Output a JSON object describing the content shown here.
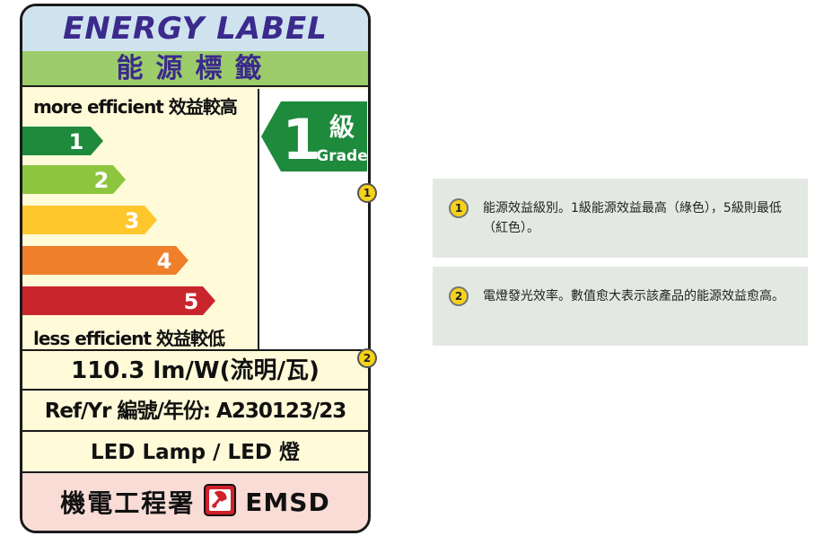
{
  "label": {
    "title_en": "ENERGY LABEL",
    "title_zh": "能源標籤",
    "more_efficient": "more efficient 效益較高",
    "less_efficient": "less efficient 效益較低",
    "bars": [
      {
        "num": "1",
        "color": "#1e8a3c"
      },
      {
        "num": "2",
        "color": "#8cc63f"
      },
      {
        "num": "3",
        "color": "#ffc72c"
      },
      {
        "num": "4",
        "color": "#f07f2a"
      },
      {
        "num": "5",
        "color": "#c9252d"
      }
    ],
    "grade": {
      "num": "1",
      "zh": "級",
      "en": "Grade",
      "color": "#1e8a3c"
    },
    "efficiency": "110.3 lm/W(流明/瓦)",
    "ref": "Ref/Yr 編號/年份: A230123/23",
    "product_type": "LED Lamp / LED 燈",
    "issuer_zh": "機電工程署",
    "issuer_en": "EMSD"
  },
  "markers": [
    {
      "num": "1"
    },
    {
      "num": "2"
    }
  ],
  "notes": [
    {
      "num": "1",
      "text": "能源效益級別。1級能源效益最高（綠色），5級則最低（紅色）。"
    },
    {
      "num": "2",
      "text": "電燈發光效率。數值愈大表示該產品的能源效益愈高。"
    }
  ],
  "colors": {
    "marker": "#f6d21a",
    "note_bg": "#e3e8e3",
    "title_en_bg": "#cfe3ef",
    "title_zh_bg": "#9dcc6a",
    "emsd_bg": "#f9dcd6"
  }
}
